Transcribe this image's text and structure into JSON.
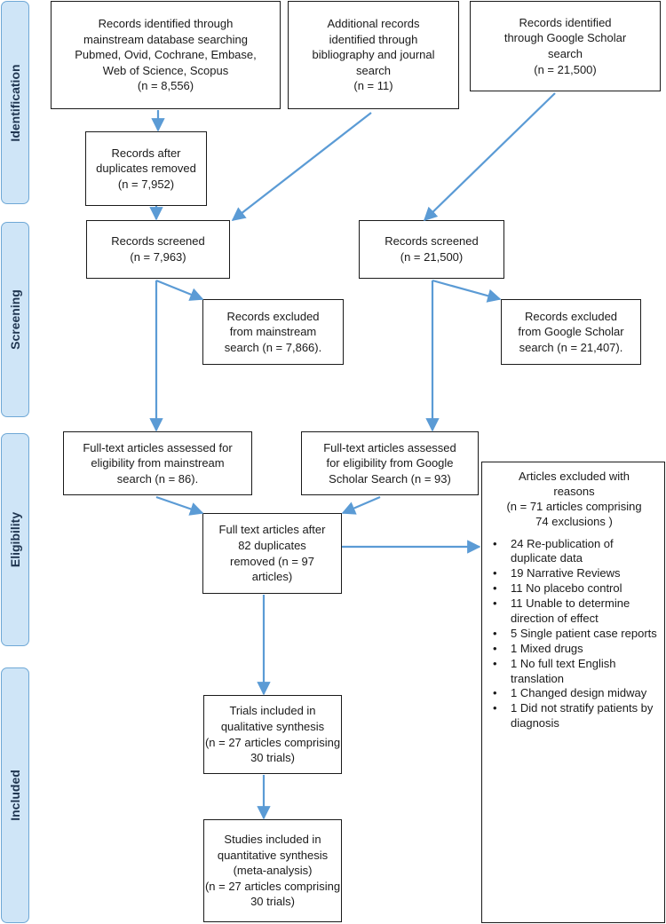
{
  "stages": {
    "identification": "Identification",
    "screening": "Screening",
    "eligibility": "Eligibility",
    "included": "Included"
  },
  "boxes": {
    "identified_mainstream": [
      "Records identified through",
      "mainstream database searching",
      "Pubmed, Ovid, Cochrane, Embase,",
      "Web of Science, Scopus",
      "(n = 8,556)"
    ],
    "additional_records": [
      "Additional records",
      "identified through",
      "bibliography and journal",
      "search",
      "(n = 11)"
    ],
    "identified_scholar": [
      "Records identified",
      "through Google Scholar",
      "search",
      "(n = 21,500)"
    ],
    "duplicates_removed": [
      "Records after",
      "duplicates removed",
      "(n = 7,952)"
    ],
    "screened_mainstream": [
      "Records screened",
      "(n = 7,963)"
    ],
    "screened_scholar": [
      "Records screened",
      "(n = 21,500)"
    ],
    "excluded_mainstream": [
      "Records excluded",
      "from mainstream",
      "search (n = 7,866)."
    ],
    "excluded_scholar": [
      "Records excluded",
      "from Google Scholar",
      "search (n = 21,407)."
    ],
    "fulltext_mainstream": [
      "Full-text articles assessed for",
      "eligibility from mainstream",
      "search (n = 86)."
    ],
    "fulltext_scholar": [
      "Full-text articles assessed",
      "for eligibility from Google",
      "Scholar Search (n = 93)"
    ],
    "fulltext_after_dup": [
      "Full text articles after",
      "82 duplicates",
      "removed  (n = 97",
      "articles)"
    ],
    "qualitative": [
      "Trials included in",
      "qualitative synthesis",
      "(n = 27 articles comprising",
      "30 trials)"
    ],
    "quantitative": [
      "Studies included in",
      "quantitative synthesis",
      "(meta-analysis)",
      "(n = 27 articles comprising",
      "30 trials)"
    ]
  },
  "excluded_reasons": {
    "header": [
      "Articles excluded with",
      "reasons",
      "(n = 71 articles comprising",
      "74 exclusions )"
    ],
    "items": [
      "24 Re-publication of duplicate data",
      "19 Narrative Reviews",
      "11 No placebo control",
      "11 Unable to determine direction of effect",
      "5 Single patient case reports",
      "1 Mixed drugs",
      "1 No full text English translation",
      "1 Changed design midway",
      "1 Did not stratify patients by diagnosis"
    ]
  },
  "colors": {
    "arrow": "#5b9bd5",
    "stage_fill": "#cfe5f7",
    "stage_border": "#6fa8d6"
  }
}
